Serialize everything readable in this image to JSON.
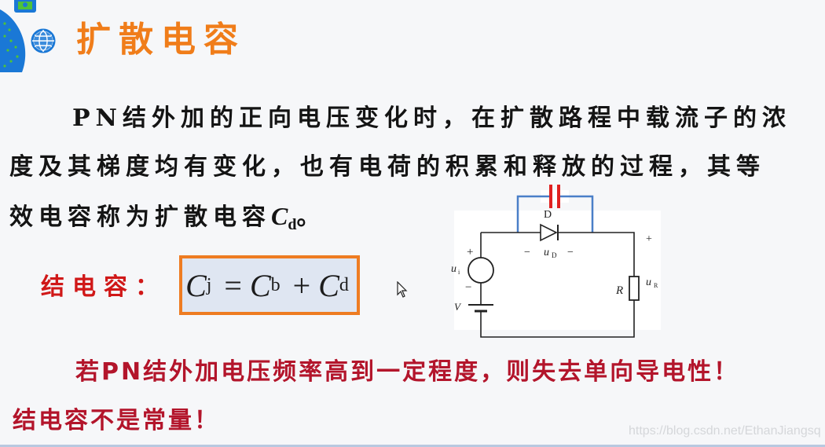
{
  "slide": {
    "title": "扩散电容",
    "paragraph": {
      "line1": "PN结外加的正向电压变化时，在扩散路程中载流子的浓",
      "line2": "度及其梯度均有变化，也有电荷的积累和释放的过程，其等",
      "line3_prefix": "效电容称为扩散电容",
      "line3_var": "C",
      "line3_sub": "d",
      "line3_suffix": "。"
    },
    "junction_capacitance_label": "结电容：",
    "formula": {
      "lhs": "C",
      "lhs_sub": "j",
      "eq": "=",
      "t1": "C",
      "t1_sub": "b",
      "plus": "+",
      "t2": "C",
      "t2_sub": "d"
    },
    "circuit": {
      "diode_label": "D",
      "diode_voltage": "u",
      "diode_voltage_sub": "D",
      "source_label": "u",
      "source_sub": "i",
      "battery_label": "V",
      "resistor_label": "R",
      "resistor_voltage": "u",
      "resistor_voltage_sub": "R",
      "plus": "+",
      "minus": "−",
      "capacitor_color": "#e02020",
      "bypass_wire_color": "#4a7fc8"
    },
    "warning_line1": "若PN结外加电压频率高到一定程度，则失去单向导电性！",
    "warning_line2": "结电容不是常量！",
    "watermark": "https://blog.csdn.net/EthanJiangsq"
  },
  "colors": {
    "title": "#f07d1a",
    "body_text": "#141414",
    "label_red": "#d01818",
    "warning_red": "#b3152b",
    "formula_border": "#ee7c22",
    "formula_bg": "#dfe6f2"
  }
}
